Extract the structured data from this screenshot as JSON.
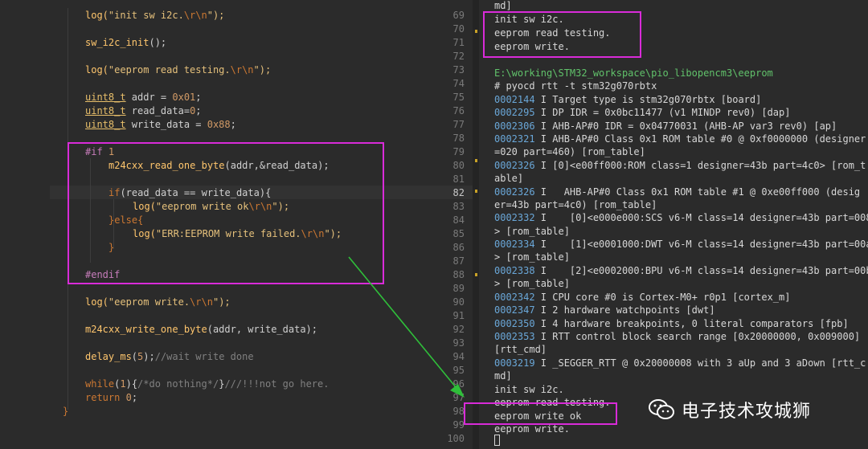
{
  "editor": {
    "line_numbers": [
      "69",
      "70",
      "71",
      "72",
      "73",
      "74",
      "75",
      "76",
      "77",
      "78",
      "79",
      "80",
      "81",
      "82",
      "83",
      "84",
      "85",
      "86",
      "87",
      "88",
      "89",
      "90",
      "91",
      "92",
      "93",
      "94",
      "95",
      "96",
      "97",
      "98",
      "99",
      "100"
    ],
    "current_line": "82",
    "code": {
      "l69_a": "log(",
      "l69_str": "\"init sw i2c.",
      "l69_esc": "\\r\\n",
      "l69_end": "\");",
      "l71_fn": "sw_i2c_init",
      "l71_rest": "();",
      "l73_a": "log(",
      "l73_str": "\"eeprom read testing.",
      "l73_esc": "\\r\\n",
      "l73_end": "\");",
      "l75_type": "uint8_t",
      "l75_var": " addr = ",
      "l75_num": "0x01",
      "l75_end": ";",
      "l76_type": "uint8_t",
      "l76_var": " read_data=",
      "l76_num": "0",
      "l76_end": ";",
      "l77_type": "uint8_t",
      "l77_var": " write_data = ",
      "l77_num": "0x88",
      "l77_end": ";",
      "l79_pre": "#if",
      "l79_num": " 1",
      "l80_fn": "m24cxx_read_one_byte",
      "l80_rest": "(addr,&read_data);",
      "l82_kw": "if",
      "l82_rest": "(read_data == write_data){",
      "l83_a": "log(",
      "l83_str": "\"eeprom write ok",
      "l83_esc": "\\r\\n",
      "l83_end": "\");",
      "l84_a": "}",
      "l84_kw": "else",
      "l84_b": "{",
      "l85_a": "log(",
      "l85_str": "\"ERR:EEPROM write failed.",
      "l85_esc": "\\r\\n",
      "l85_end": "\");",
      "l86": "}",
      "l88_pre": "#endif",
      "l90_a": "log(",
      "l90_str": "\"eeprom write.",
      "l90_esc": "\\r\\n",
      "l90_end": "\");",
      "l92_fn": "m24cxx_write_one_byte",
      "l92_rest": "(addr, write_data);",
      "l94_fn": "delay_ms",
      "l94_a": "(",
      "l94_num": "5",
      "l94_b": ");",
      "l94_cmt": "//wait write done",
      "l96_kw": "while",
      "l96_a": "(",
      "l96_num": "1",
      "l96_b": "){",
      "l96_cmt": "/*do nothing*/",
      "l96_c": "}",
      "l96_cmt2": "///!!!not go here.",
      "l97_kw": "return",
      "l97_num": " 0",
      "l97_end": ";",
      "l98": "}"
    }
  },
  "terminal": {
    "lines": [
      {
        "t": "md]"
      },
      {
        "t": "init sw i2c."
      },
      {
        "t": "eeprom read testing."
      },
      {
        "t": "eeprom write."
      },
      {
        "t": ""
      },
      {
        "p": "E:\\working\\STM32_workspace\\pio_libopencm3\\eeprom"
      },
      {
        "t": "# pyocd rtt -t stm32g070rbtx"
      },
      {
        "id": "0002144",
        "t": " I Target type is stm32g070rbtx [board]"
      },
      {
        "id": "0002295",
        "t": " I DP IDR = 0x0bc11477 (v1 MINDP rev0) [dap]"
      },
      {
        "id": "0002306",
        "t": " I AHB-AP#0 IDR = 0x04770031 (AHB-AP var3 rev0) [ap]"
      },
      {
        "id": "0002321",
        "t": " I AHB-AP#0 Class 0x1 ROM table #0 @ 0xf0000000 (designer"
      },
      {
        "t": "=020 part=460) [rom_table]"
      },
      {
        "id": "0002326",
        "t": " I [0]<e00ff000:ROM class=1 designer=43b part=4c0> [rom_t"
      },
      {
        "t": "able]"
      },
      {
        "id": "0002326",
        "t": " I   AHB-AP#0 Class 0x1 ROM table #1 @ 0xe00ff000 (desig"
      },
      {
        "t": "er=43b part=4c0) [rom_table]"
      },
      {
        "id": "0002332",
        "t": " I    [0]<e000e000:SCS v6-M class=14 designer=43b part=008"
      },
      {
        "t": "> [rom_table]"
      },
      {
        "id": "0002334",
        "t": " I    [1]<e0001000:DWT v6-M class=14 designer=43b part=00a"
      },
      {
        "t": "> [rom_table]"
      },
      {
        "id": "0002338",
        "t": " I    [2]<e0002000:BPU v6-M class=14 designer=43b part=00b"
      },
      {
        "t": "> [rom_table]"
      },
      {
        "id": "0002342",
        "t": " I CPU core #0 is Cortex-M0+ r0p1 [cortex_m]"
      },
      {
        "id": "0002347",
        "t": " I 2 hardware watchpoints [dwt]"
      },
      {
        "id": "0002350",
        "t": " I 4 hardware breakpoints, 0 literal comparators [fpb]"
      },
      {
        "id": "0002353",
        "t": " I RTT control block search range [0x20000000, 0x009000]"
      },
      {
        "t": "[rtt_cmd]"
      },
      {
        "id": "0003219",
        "t": " I _SEGGER_RTT @ 0x20000008 with 3 aUp and 3 aDown [rtt_c"
      },
      {
        "t": "md]"
      },
      {
        "t": "init sw i2c."
      },
      {
        "t": "eeprom read testing."
      },
      {
        "t": "eeprom write ok"
      },
      {
        "t": "eeprom write."
      }
    ]
  },
  "watermark": {
    "text": "电子技术攻城狮",
    "icon": "wechat-icon"
  },
  "colors": {
    "highlight_box": "#d92bd9",
    "arrow": "#2fbf3a",
    "background": "#2b2b2b"
  }
}
